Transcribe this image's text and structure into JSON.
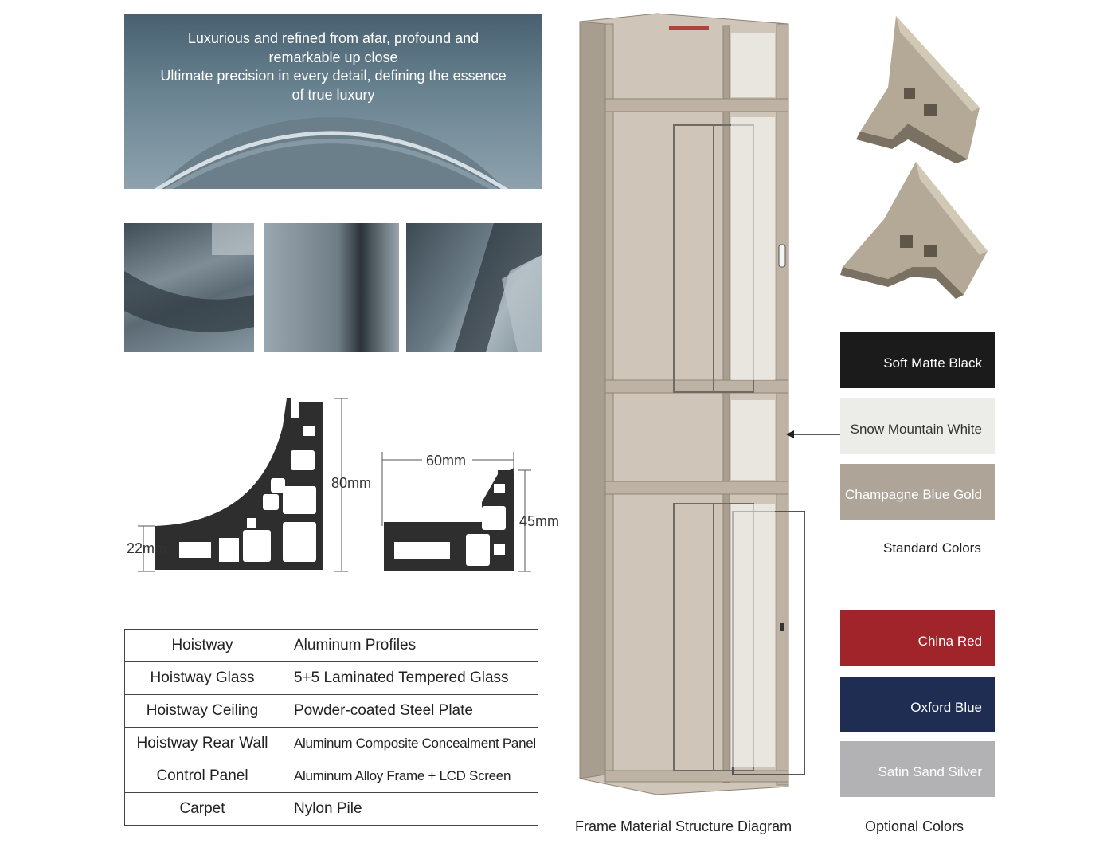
{
  "hero": {
    "line1": "Luxurious and refined from afar, profound and",
    "line2": "remarkable up close",
    "line3": "Ultimate precision in every detail, defining the essence",
    "line4": "of true luxury"
  },
  "profiles": {
    "height_large": "80mm",
    "width_small_base": "22mm",
    "width_medium": "60mm",
    "height_medium": "45mm"
  },
  "spec_table": [
    {
      "component": "Hoistway",
      "material": "Aluminum Profiles"
    },
    {
      "component": "Hoistway Glass",
      "material": "5+5 Laminated Tempered Glass"
    },
    {
      "component": "Hoistway Ceiling",
      "material": "Powder-coated Steel Plate"
    },
    {
      "component": "Hoistway Rear Wall",
      "material": "Aluminum Composite Concealment Panel"
    },
    {
      "component": "Control Panel",
      "material": "Aluminum Alloy Frame + LCD Screen"
    },
    {
      "component": "Carpet",
      "material": "Nylon Pile"
    }
  ],
  "diagram_caption": "Frame Material Structure Diagram",
  "standard_colors": {
    "heading": "Standard Colors",
    "items": [
      {
        "name": "Soft Matte Black",
        "swatch": "#1b1b1b",
        "text": "#ffffff"
      },
      {
        "name": "Snow Mountain White",
        "swatch": "#ececE8",
        "text": "#333333"
      },
      {
        "name": "Champagne Blue Gold",
        "swatch": "#aea598",
        "text": "#ffffff"
      }
    ]
  },
  "optional_colors": {
    "heading": "Optional Colors",
    "items": [
      {
        "name": "China Red",
        "swatch": "#a0242a",
        "text": "#ffffff"
      },
      {
        "name": "Oxford Blue",
        "swatch": "#1f2d52",
        "text": "#ffffff"
      },
      {
        "name": "Satin Sand Silver",
        "swatch": "#b2b2b4",
        "text": "#ffffff"
      }
    ]
  },
  "frame_color": "#bdb2a3"
}
